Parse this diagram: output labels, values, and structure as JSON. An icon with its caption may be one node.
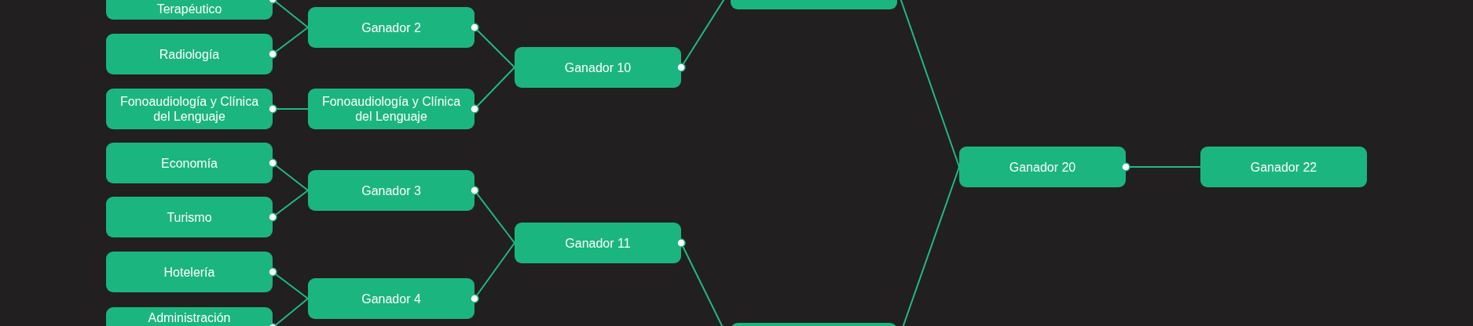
{
  "diagram": {
    "nodes": [
      {
        "text": [
          "Terapéutico"
        ]
      },
      {
        "text": [
          "Radiología"
        ]
      },
      {
        "text": [
          "Fonoaudiología y Clínica del Lenguaje"
        ]
      },
      {
        "text": [
          "Economía"
        ]
      },
      {
        "text": [
          "Turismo"
        ]
      },
      {
        "text": [
          "Hotelería"
        ]
      },
      {
        "text": [
          "Administración"
        ]
      },
      {
        "text": [
          "Ganador 2"
        ]
      },
      {
        "text": [
          "Fonoaudiología y Clínica del Lenguaje"
        ]
      },
      {
        "text": [
          "Ganador 3"
        ]
      },
      {
        "text": [
          "Ganador 4"
        ]
      },
      {
        "text": [
          "Ganador 10"
        ]
      },
      {
        "text": [
          "Ganador 11"
        ]
      },
      {
        "text": [],
        "shape": "box"
      },
      {
        "text": [],
        "shape": "box"
      },
      {
        "text": [
          "Ganador 20"
        ]
      },
      {
        "text": [
          "Ganador 22"
        ]
      }
    ],
    "edges": [
      {
        "from": 0,
        "to": 7,
        "arrow": "other"
      },
      {
        "from": 1,
        "to": 7,
        "arrow": "other"
      },
      {
        "from": 2,
        "to": 8,
        "arrow": "other"
      },
      {
        "from": 3,
        "to": 9,
        "arrow": "other"
      },
      {
        "from": 4,
        "to": 9,
        "arrow": "other"
      },
      {
        "from": 5,
        "to": 10,
        "arrow": "other"
      },
      {
        "from": 6,
        "to": 10,
        "arrow": "other"
      },
      {
        "from": 7,
        "to": 11,
        "arrow": "other"
      },
      {
        "from": 8,
        "to": 11,
        "arrow": "other"
      },
      {
        "from": 9,
        "to": 12,
        "arrow": "other"
      },
      {
        "from": 10,
        "to": 12,
        "arrow": "other"
      },
      {
        "from": 11,
        "to": 13,
        "arrow": "other"
      },
      {
        "from": 12,
        "to": 14,
        "arrow": "other"
      },
      {
        "from": 13,
        "to": 15,
        "arrow": "other"
      },
      {
        "from": 14,
        "to": 15,
        "arrow": "other"
      },
      {
        "from": 15,
        "to": 16,
        "arrow": "other"
      }
    ]
  }
}
